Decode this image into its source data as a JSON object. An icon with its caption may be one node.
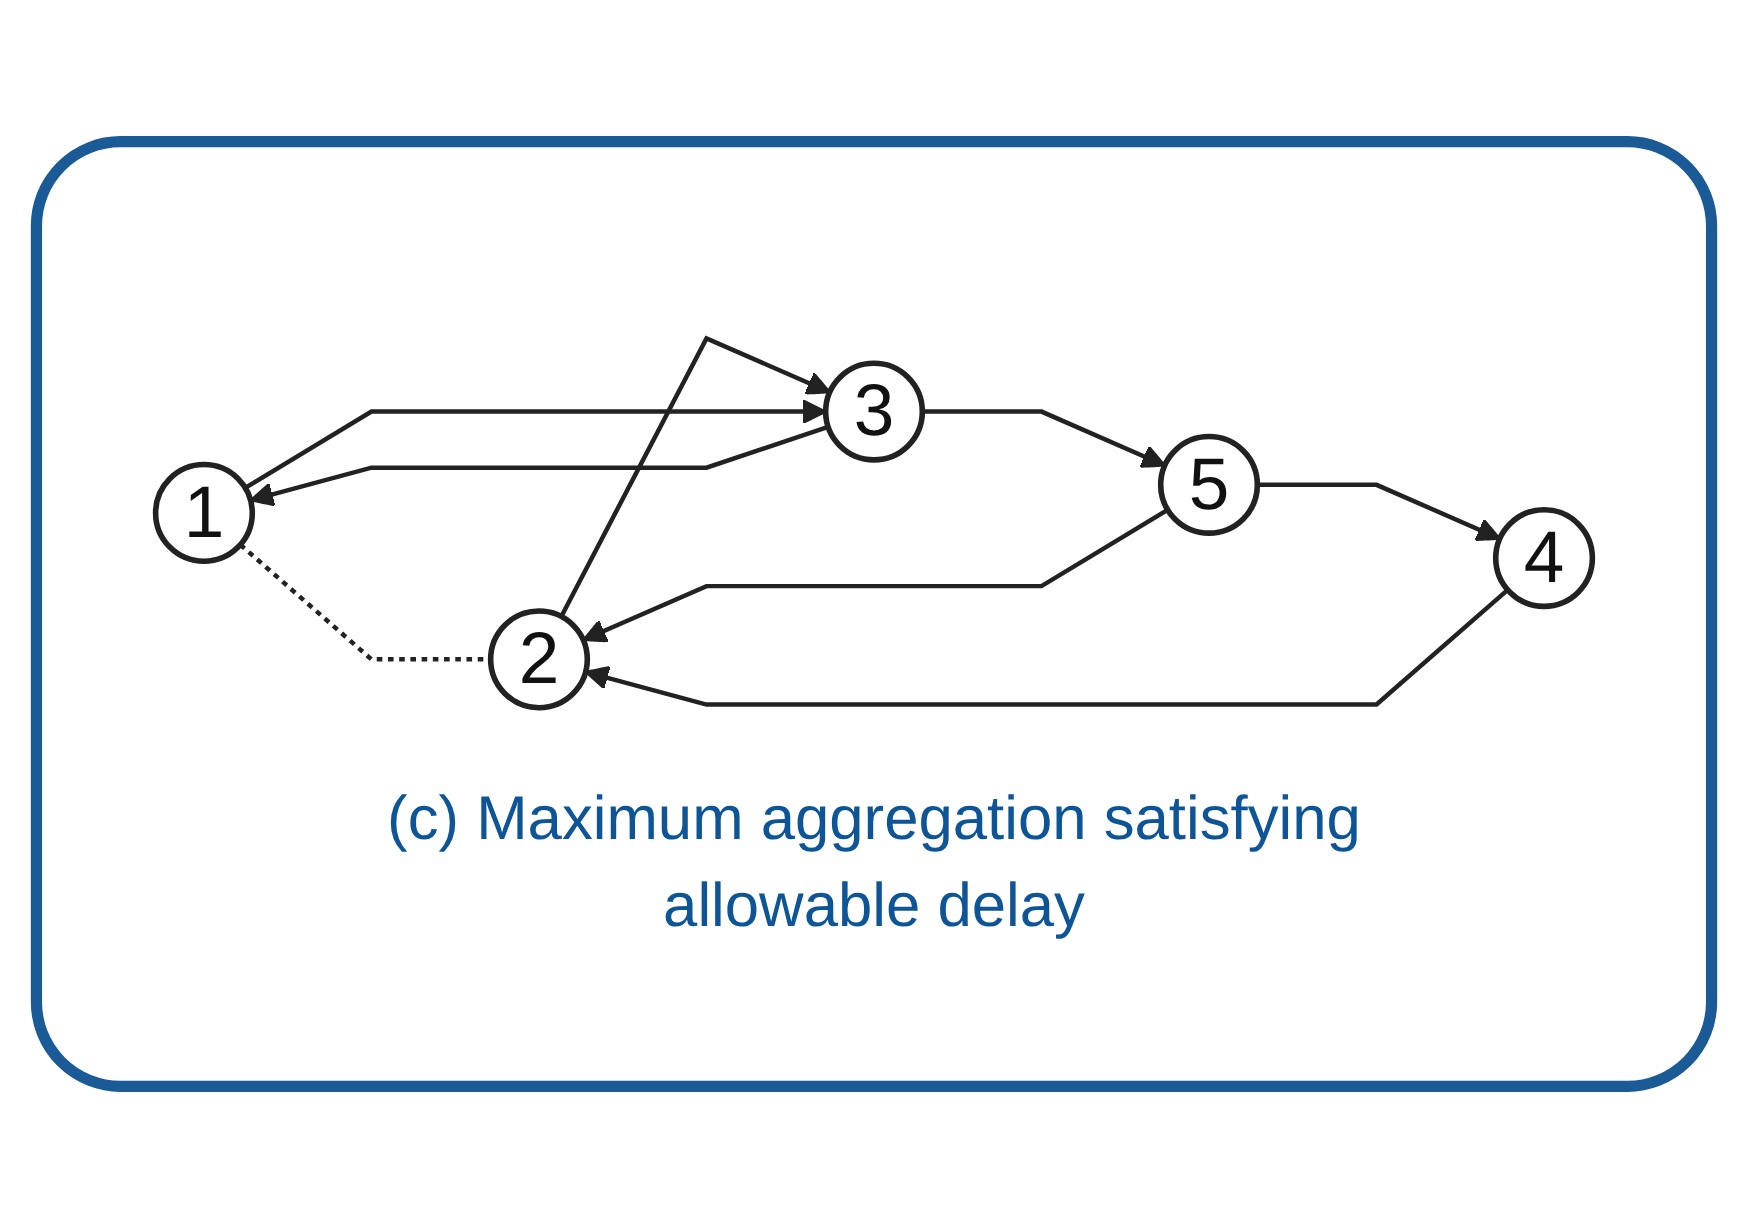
{
  "diagram": {
    "nodes": [
      {
        "text": [
          "(c) Maximum aggregation satisfying allowable delay"
        ]
      },
      {
        "text": [
          "1"
        ],
        "in": 0
      },
      {
        "text": [
          "2"
        ],
        "in": 0
      },
      {
        "text": [
          "3"
        ],
        "in": 0
      },
      {
        "text": [
          "4"
        ],
        "in": 0
      },
      {
        "text": [
          "5"
        ],
        "in": 0
      }
    ],
    "edges": [
      {
        "from": 1,
        "to": 2,
        "arrow": "none",
        "style": "dashed"
      },
      {
        "from": 2,
        "to": 3,
        "arrow": "to"
      },
      {
        "from": 3,
        "to": 1,
        "arrow": "to"
      },
      {
        "from": 1,
        "to": 3,
        "arrow": "to"
      },
      {
        "from": 3,
        "to": 5,
        "arrow": "to"
      },
      {
        "from": 5,
        "to": 4,
        "arrow": "to"
      },
      {
        "from": 5,
        "to": 2,
        "arrow": "to"
      },
      {
        "from": 4,
        "to": 2,
        "arrow": "to"
      }
    ]
  }
}
